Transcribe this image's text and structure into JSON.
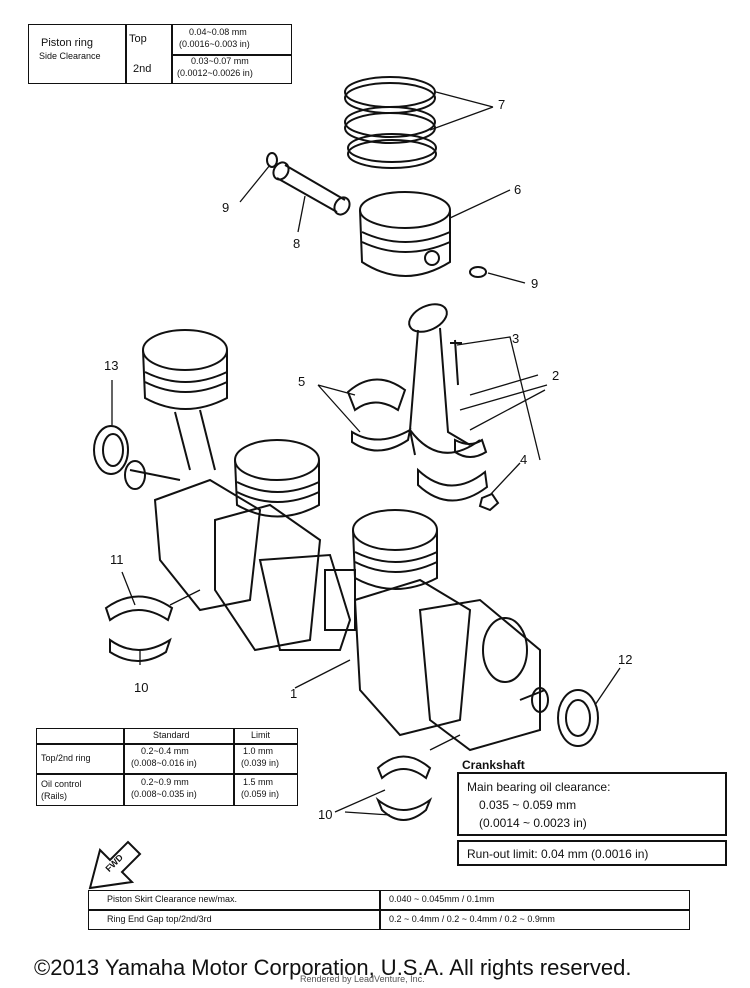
{
  "piston_ring_table": {
    "title_line1": "Piston ring",
    "title_line2": "Side Clearance",
    "rows": [
      {
        "label": "Top",
        "value_mm": "0.04~0.08 mm",
        "value_in": "(0.0016~0.003 in)"
      },
      {
        "label": "2nd",
        "value_mm": "0.03~0.07 mm",
        "value_in": "(0.0012~0.0026 in)"
      }
    ]
  },
  "ring_gap_table": {
    "headers": [
      "Standard",
      "Limit"
    ],
    "rows": [
      {
        "label": "Top/2nd ring",
        "standard_mm": "0.2~0.4 mm",
        "standard_in": "(0.008~0.016 in)",
        "limit_mm": "1.0 mm",
        "limit_in": "(0.039 in)"
      },
      {
        "label_line1": "Oil control",
        "label_line2": "(Rails)",
        "standard_mm": "0.2~0.9 mm",
        "standard_in": "(0.008~0.035 in)",
        "limit_mm": "1.5 mm",
        "limit_in": "(0.059 in)"
      }
    ]
  },
  "crankshaft": {
    "title": "Crankshaft",
    "main_bearing_label": "Main bearing oil clearance:",
    "main_bearing_mm": "0.035 ~ 0.059 mm",
    "main_bearing_in": "(0.0014 ~ 0.0023 in)",
    "runout": "Run-out limit: 0.04 mm (0.0016 in)"
  },
  "bottom_table": {
    "rows": [
      {
        "label": "Piston Skirt Clearance new/max.",
        "value": "0.040 ~ 0.045mm / 0.1mm"
      },
      {
        "label": "Ring End Gap top/2nd/3rd",
        "value": "0.2 ~ 0.4mm / 0.2 ~ 0.4mm / 0.2 ~ 0.9mm"
      }
    ]
  },
  "callouts": [
    "7",
    "9",
    "6",
    "8",
    "9",
    "3",
    "2",
    "5",
    "13",
    "4",
    "11",
    "10",
    "1",
    "12",
    "10"
  ],
  "fwd_label": "FWD",
  "copyright": "©2013 Yamaha Motor Corporation, U.S.A. All rights reserved.",
  "overlay_text": "Rendered by LeadVenture, Inc."
}
